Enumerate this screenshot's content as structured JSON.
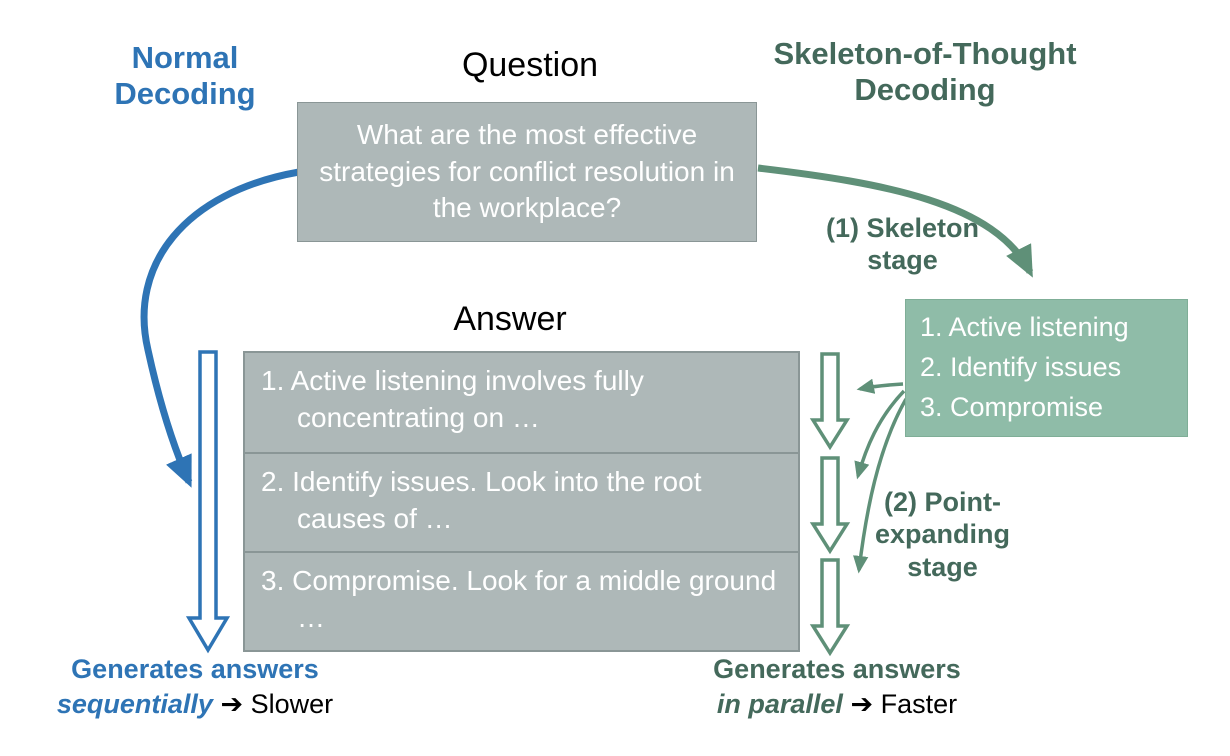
{
  "colors": {
    "blue": "#2E74B5",
    "green_dark": "#44695B",
    "green_mid": "#5F9078",
    "green_fill": "#8FBCA8",
    "gray_fill": "#AEB8B8",
    "gray_border": "#8A9696"
  },
  "headings": {
    "normal": "Normal Decoding",
    "question": "Question",
    "sot": "Skeleton-of-Thought Decoding",
    "answer": "Answer"
  },
  "question_box": {
    "text": "What are the most effective strategies for conflict resolution in the workplace?"
  },
  "skeleton_box": {
    "items": [
      "1. Active listening",
      "2. Identify issues",
      "3. Compromise"
    ]
  },
  "answer_box": {
    "rows": [
      "1. Active listening involves fully concentrating on …",
      "2. Identify issues. Look into the root causes of …",
      "3. Compromise. Look for a middle ground …"
    ]
  },
  "labels": {
    "stage1": "(1) Skeleton stage",
    "stage2": "(2) Point-expanding stage"
  },
  "captions": {
    "left": {
      "line1": "Generates answers",
      "emphasis": "sequentially",
      "arrow": "➔",
      "result": "Slower"
    },
    "right": {
      "line1": "Generates answers",
      "emphasis": "in parallel",
      "arrow": "➔",
      "result": "Faster"
    }
  }
}
